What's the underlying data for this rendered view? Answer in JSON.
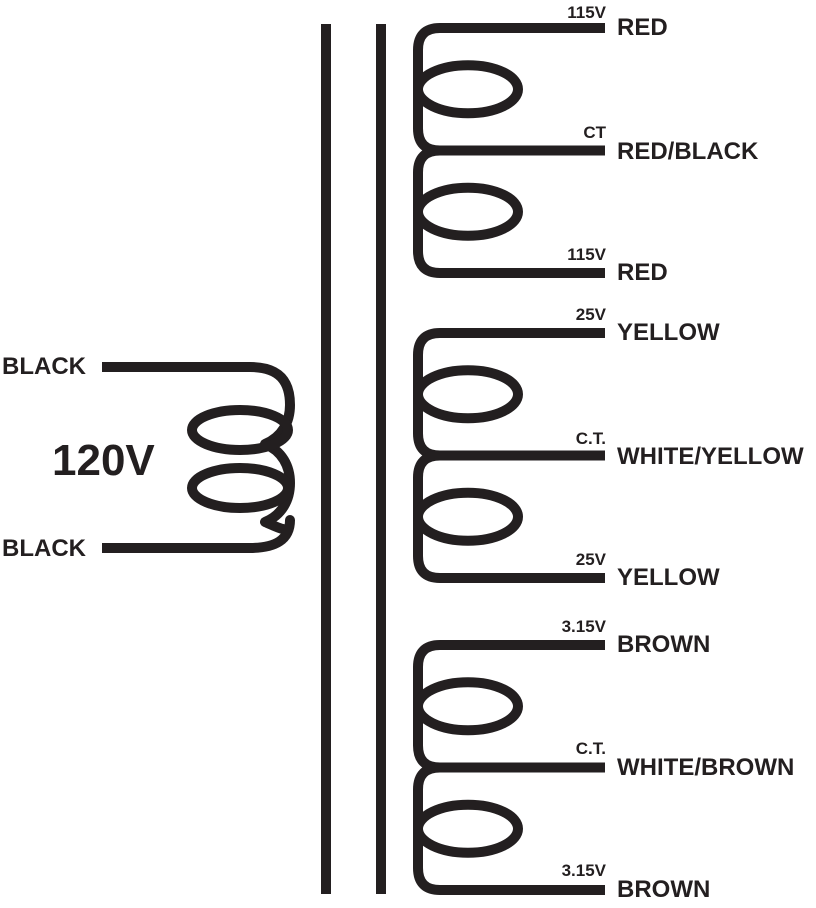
{
  "colors": {
    "ink": "#231f20",
    "background": "#ffffff"
  },
  "primary": {
    "voltage": "120V",
    "top_wire": "BLACK",
    "bottom_wire": "BLACK"
  },
  "secondaries": [
    {
      "top": {
        "voltage": "115V",
        "wire": "RED"
      },
      "center": {
        "voltage": "CT",
        "wire": "RED/BLACK"
      },
      "bottom": {
        "voltage": "115V",
        "wire": "RED"
      }
    },
    {
      "top": {
        "voltage": "25V",
        "wire": "YELLOW"
      },
      "center": {
        "voltage": "C.T.",
        "wire": "WHITE/YELLOW"
      },
      "bottom": {
        "voltage": "25V",
        "wire": "YELLOW"
      }
    },
    {
      "top": {
        "voltage": "3.15V",
        "wire": "BROWN"
      },
      "center": {
        "voltage": "C.T.",
        "wire": "WHITE/BROWN"
      },
      "bottom": {
        "voltage": "3.15V",
        "wire": "BROWN"
      }
    }
  ]
}
